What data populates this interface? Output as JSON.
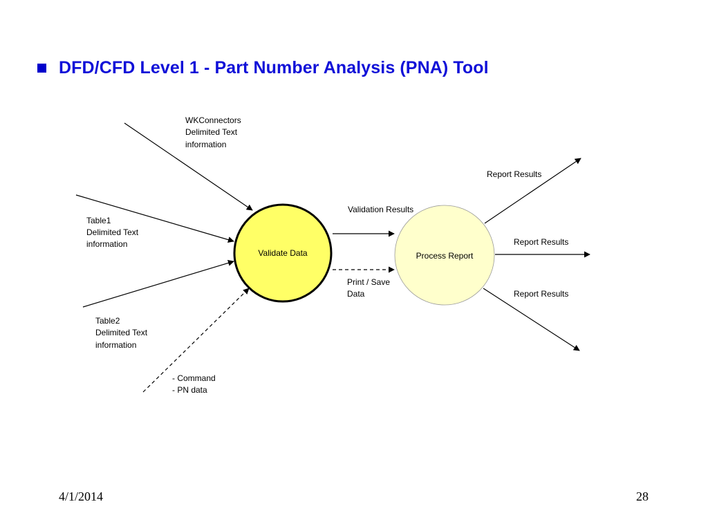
{
  "slide": {
    "title": "DFD/CFD Level 1 - Part Number Analysis (PNA) Tool",
    "date": "4/1/2014",
    "page_number": "28"
  },
  "diagram": {
    "processes": {
      "validate": "Validate Data",
      "report": "Process Report"
    },
    "inputs": {
      "wkconnectors": [
        "WKConnectors",
        "Delimited Text",
        "information"
      ],
      "table1": [
        "Table1",
        "Delimited Text",
        "information"
      ],
      "table2": [
        "Table2",
        "Delimited Text",
        "information"
      ],
      "command": [
        "- Command",
        "- PN data"
      ]
    },
    "flows": {
      "validation_results": "Validation Results",
      "print_save": [
        "Print / Save",
        "Data"
      ],
      "report_results_top": "Report Results",
      "report_results_mid": "Report Results",
      "report_results_bottom": "Report Results"
    },
    "colors": {
      "title": "#1010d8",
      "validate_fill": "#ffff66",
      "report_fill": "#ffffcc"
    }
  }
}
